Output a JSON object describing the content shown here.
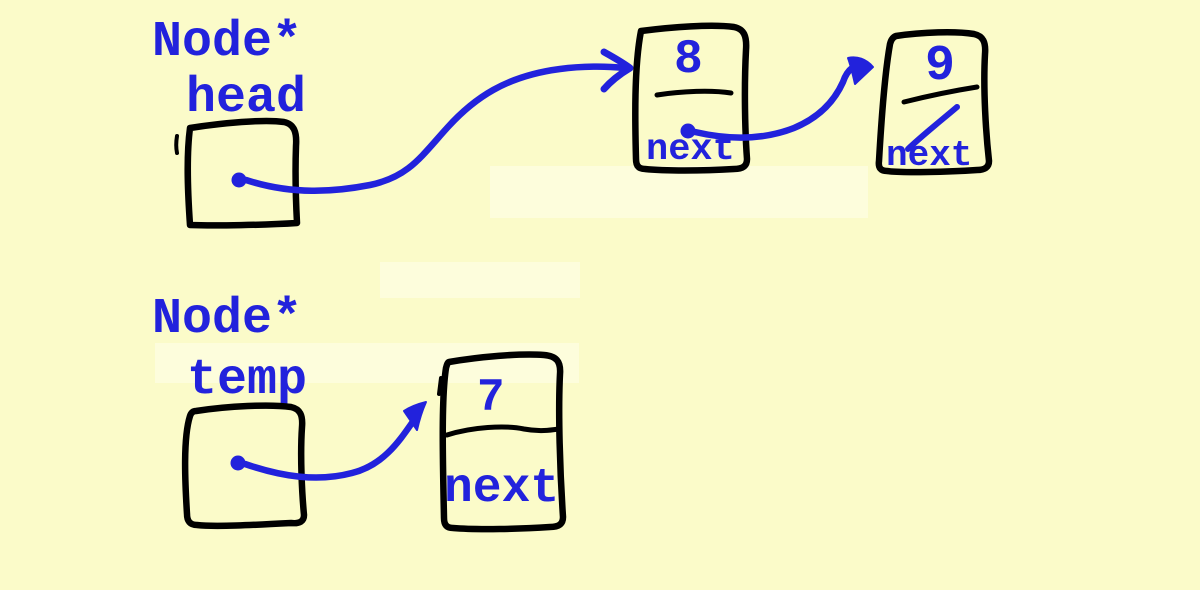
{
  "canvas": {
    "background_color": "#FBFBC9",
    "highlight_patch_color": "#FDFDDC",
    "bottom_strip_color": "#FFFFFF",
    "ink_blue": "#2222DC",
    "ink_black": "#000000"
  },
  "pointers": [
    {
      "type": "Node*",
      "name": "head"
    },
    {
      "type": "Node*",
      "name": "temp"
    }
  ],
  "nodes": [
    {
      "value": "8",
      "field": "next",
      "next_points_to": "node-9"
    },
    {
      "value": "9",
      "field": "next",
      "next_points_to": "null-slash"
    },
    {
      "value": "7",
      "field": "next",
      "next_points_to": ""
    }
  ],
  "links": [
    {
      "from": "head",
      "to": "node-8"
    },
    {
      "from": "node-8.next",
      "to": "node-9"
    },
    {
      "from": "node-9.next",
      "to": "null"
    },
    {
      "from": "temp",
      "to": "node-7"
    }
  ]
}
